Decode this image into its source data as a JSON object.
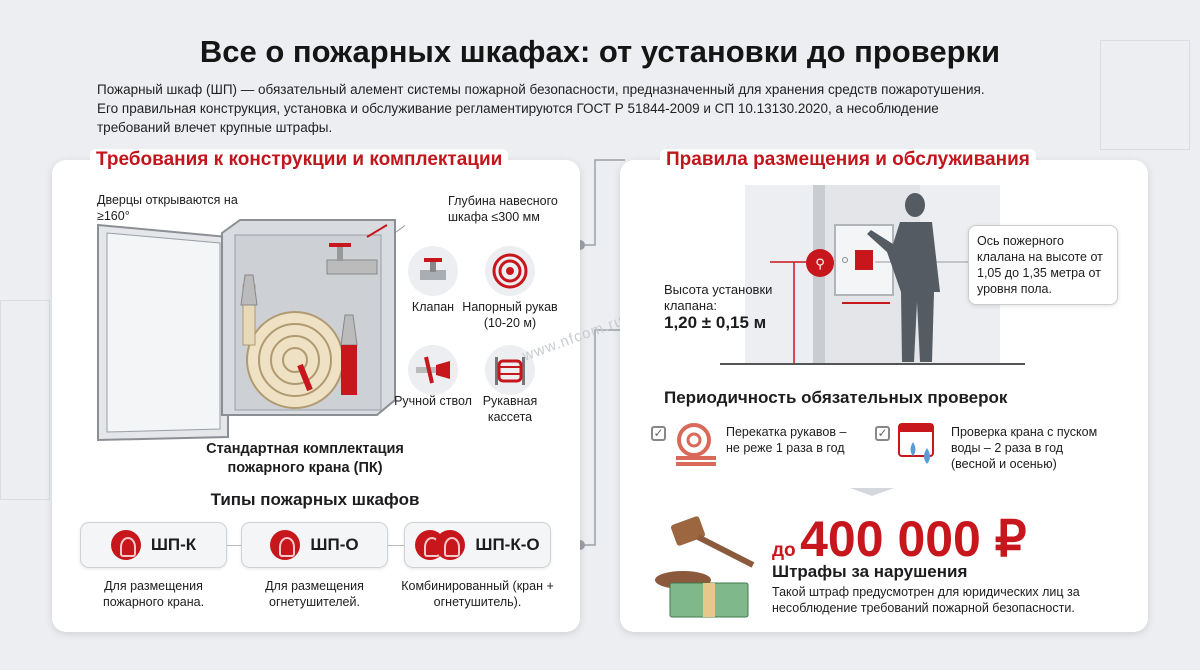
{
  "title": "Все о пожарных шкафах: от установки до проверки",
  "intro": "Пожарный шкаф (ШП) — обязательный алемент системы пожарной безопасности, предназначенный для хранения средств пожаротушения. Его правильная конструкция, установка и обслуживание регламентируются ГОСТ Р 51844-2009 и СП 10.13130.2020, а несоблюдение требований влечет крупные штрафы.",
  "watermark": "www.nfcom.ru",
  "left": {
    "header": "Требования к конструкции и комплектации",
    "door_note": "Дверцы открываются на ≥160°",
    "depth_note": "Глубина навесного шкафа ≤300 мм",
    "components": [
      {
        "label": "Клапан",
        "icon": "valve-icon"
      },
      {
        "label": "Напорный рукав (10-20 м)",
        "icon": "hose-icon"
      },
      {
        "label": "Ручной ствол",
        "icon": "nozzle-icon"
      },
      {
        "label": "Рукавная кассета",
        "icon": "hose-reel-icon"
      }
    ],
    "caption": "Стандартная комплектация пожарного крана (ПК)",
    "types_title": "Типы пожарных шкафов",
    "types": [
      {
        "code": "ШП-К",
        "desc": "Для размещения пожарного крана."
      },
      {
        "code": "ШП-О",
        "desc": "Для размещения огнетушителей."
      },
      {
        "code": "ШП-К-О",
        "desc": "Комбинированный (кран + огнетушитель)."
      }
    ]
  },
  "right": {
    "header": "Правила размещения и обслуживания",
    "height_label": "Высота установки клапана:",
    "height_value": "1,20 ± 0,15 м",
    "callout": "Ось пожерного клалана на высоте от 1,05 до 1,35 метра от уровня пола.",
    "checks_title": "Периодичность обязательных проверок",
    "checks": [
      {
        "text": "Перекатка рукавов – не реже 1 раза в год"
      },
      {
        "text": "Проверка крана с пуском воды – 2 раза в год (весной и осенью)"
      }
    ],
    "fine_prefix": "до",
    "fine_amount": "400 000 ₽",
    "fine_title": "Штрафы за нарушения",
    "fine_desc": "Такой штраф предусмотрен для юридических лиц за несоблюдение требований пожарной безопасности."
  },
  "colors": {
    "accent": "#c2161d",
    "background": "#eceef1"
  }
}
